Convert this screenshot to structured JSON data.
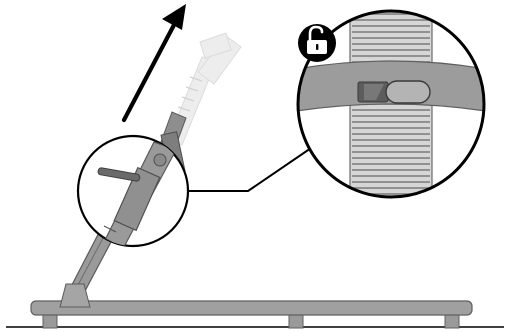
{
  "figure": {
    "kind": "assembly instruction illustration",
    "background_color": "#ffffff",
    "ink_color": "#000000",
    "part_color": "#9a9a9a",
    "part_dark_color": "#6f6f6f",
    "ghost_color": "#e6e6e6"
  },
  "motion_arrow": {
    "icon": "arrow-up-right-icon",
    "color": "#000000"
  },
  "lock_badge": {
    "icon": "unlocked-padlock-icon",
    "state": "unlocked",
    "color": "#000000"
  },
  "detail_callout": {
    "icon": "magnifier-callout",
    "shows": "strap-latch-on-ribbed-post"
  }
}
